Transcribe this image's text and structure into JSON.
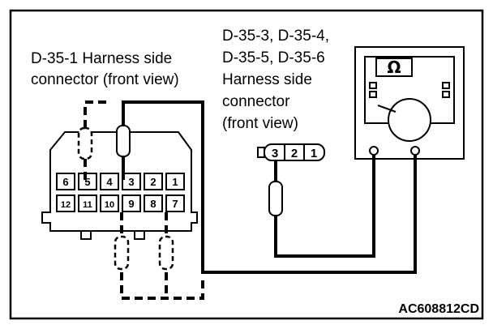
{
  "labels": {
    "left_line1": "D-35-1 Harness side",
    "left_line2": "connector (front view)",
    "right_line1": "D-35-3,  D-35-4,",
    "right_line2": "D-35-5, D-35-6",
    "right_line3": "Harness side",
    "right_line4": "connector",
    "right_line5": "(front view)"
  },
  "meter": {
    "symbol": "Ω"
  },
  "connector_left": {
    "top_row": [
      "6",
      "5",
      "4",
      "3",
      "2",
      "1"
    ],
    "bottom_row": [
      "12",
      "11",
      "10",
      "9",
      "8",
      "7"
    ]
  },
  "connector_right": {
    "pins": [
      "3",
      "2",
      "1"
    ]
  },
  "figure_code": "AC608812CD"
}
